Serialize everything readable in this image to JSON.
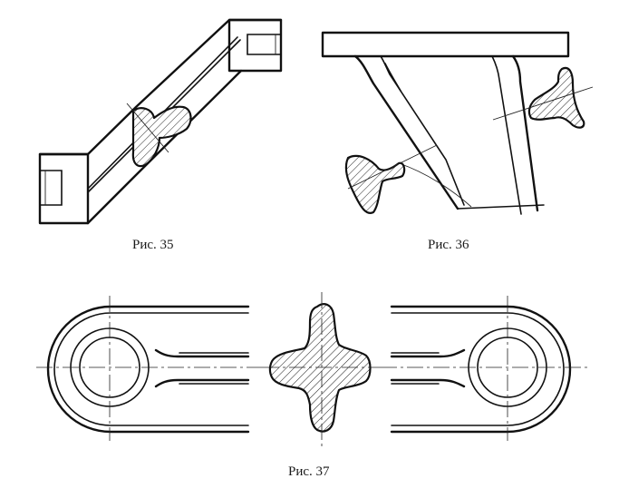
{
  "figures": [
    {
      "caption": "Рис. 35"
    },
    {
      "caption": "Рис. 36"
    },
    {
      "caption": "Рис. 37"
    }
  ]
}
